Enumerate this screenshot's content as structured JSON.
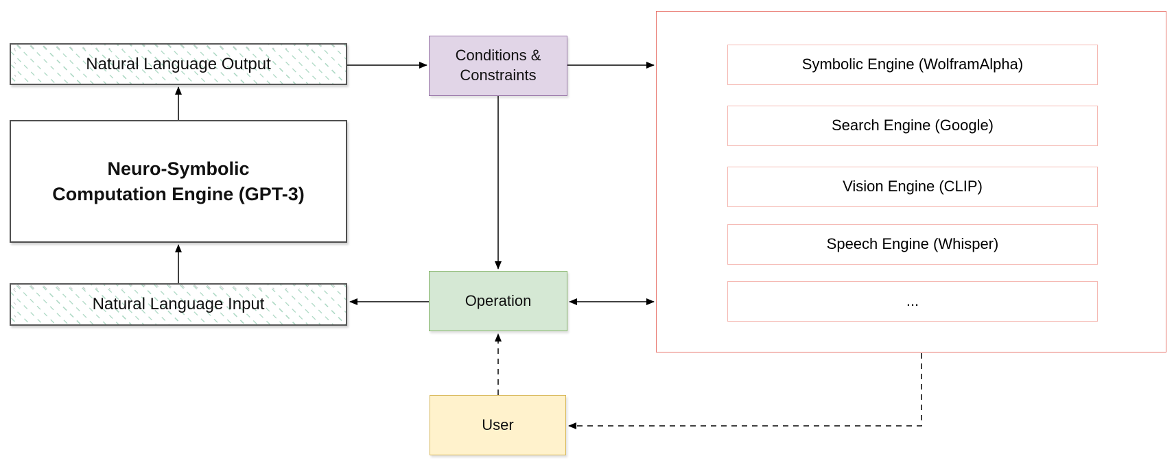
{
  "diagram": {
    "left_column": {
      "natural_language_output": "Natural Language Output",
      "engine_title_line1": "Neuro-Symbolic",
      "engine_title_line2": "Computation Engine (GPT-3)",
      "natural_language_input": "Natural Language Input"
    },
    "middle_column": {
      "conditions_line1": "Conditions &",
      "conditions_line2": "Constraints",
      "operation": "Operation",
      "user": "User"
    },
    "engines_panel": {
      "items": [
        "Symbolic Engine (WolframAlpha)",
        "Search Engine (Google)",
        "Vision Engine (CLIP)",
        "Speech Engine (Whisper)",
        "..."
      ]
    },
    "colors": {
      "hatch_stroke": "#b4dcc9",
      "left_box_border": "#585858",
      "conditions_fill": "#E1D5E7",
      "conditions_border": "#9673A6",
      "operation_fill": "#D5E8D4",
      "operation_border": "#82B366",
      "user_fill": "#FFF2CC",
      "user_border": "#D6B656",
      "panel_border": "#E8756D",
      "engine_box_border": "#F5B9B3",
      "arrow": "#000000"
    }
  }
}
